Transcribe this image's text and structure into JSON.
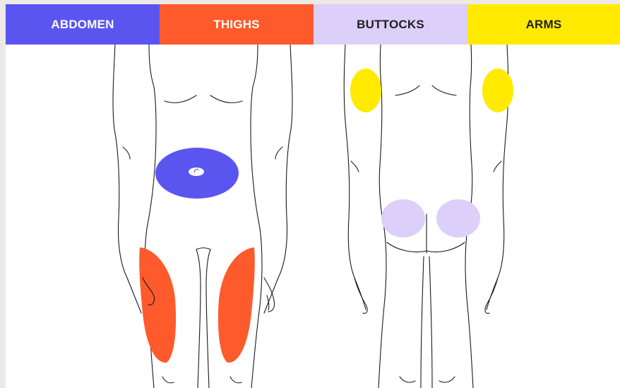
{
  "tabs": [
    {
      "label": "ABDOMEN",
      "color": "#5b55f0"
    },
    {
      "label": "THIGHS",
      "color": "#ff5a2b"
    },
    {
      "label": "BUTTOCKS",
      "color": "#dccff9"
    },
    {
      "label": "ARMS",
      "color": "#ffea00"
    }
  ],
  "figures": {
    "front": {
      "view": "front",
      "highlighted_zones": [
        "abdomen",
        "thighs"
      ]
    },
    "back": {
      "view": "back",
      "highlighted_zones": [
        "upper-arms",
        "buttocks"
      ]
    }
  }
}
